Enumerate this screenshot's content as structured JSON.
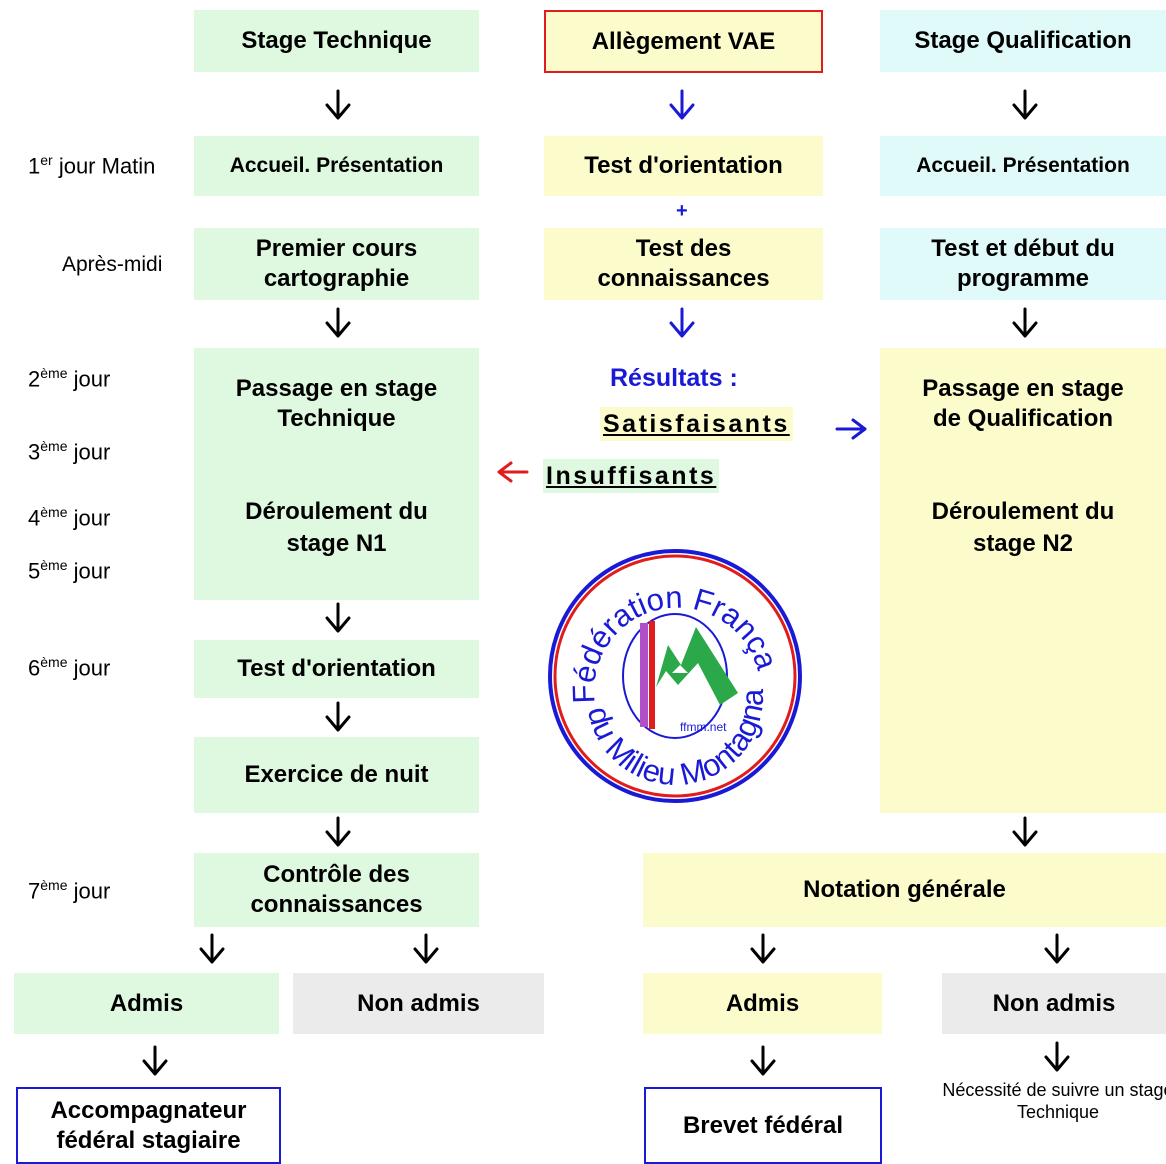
{
  "columns": {
    "technique": {
      "header": "Stage Technique",
      "accueil": "Accueil. Présentation",
      "premier_cours": "Premier cours cartographie",
      "passage": "Passage en stage Technique",
      "deroulement": "Déroulement du stage N1",
      "test_orientation": "Test d'orientation",
      "exercice": "Exercice de nuit",
      "controle": "Contrôle des connaissances",
      "admis": "Admis",
      "non_admis": "Non admis",
      "result": "Accompagnateur fédéral stagiaire"
    },
    "vae": {
      "header": "Allègement VAE",
      "test_orientation": "Test d'orientation",
      "plus": "+",
      "test_connaissances": "Test des connaissances",
      "resultats": "Résultats :",
      "satisfaisants": "Satisfaisants",
      "insuffisants": "Insuffisants"
    },
    "qualification": {
      "header": "Stage Qualification",
      "accueil": "Accueil. Présentation",
      "test_debut": "Test et début du programme",
      "passage": "Passage en stage de Qualification",
      "deroulement": "Déroulement du stage N2",
      "notation": "Notation générale",
      "admis": "Admis",
      "non_admis": "Non admis",
      "result": "Brevet fédéral",
      "note": "Nécessité de suivre un stage Technique"
    }
  },
  "days": {
    "d1_num": "1",
    "d1_sup": "er",
    "d1_text": "jour Matin",
    "apres_midi": "Après-midi",
    "d2_num": "2",
    "d2_sup": "ème",
    "d2_text": "jour",
    "d3_num": "3",
    "d3_sup": "ème",
    "d3_text": "jour",
    "d4_num": "4",
    "d4_sup": "ème",
    "d4_text": "jour",
    "d5_num": "5",
    "d5_sup": "ème",
    "d5_text": "jour",
    "d6_num": "6",
    "d6_sup": "ème",
    "d6_text": "jour",
    "d7_num": "7",
    "d7_sup": "ème",
    "d7_text": "jour"
  },
  "logo": {
    "ring_text": "Fédération Française du Milieu Montagnard",
    "url": "ffmm.net"
  },
  "colors": {
    "green_box": "#dff8e0",
    "yellow_box": "#fcfbcc",
    "cyan_box": "#e0fafa",
    "grey_box": "#ebebeb",
    "blue_accent": "#1a1ad6",
    "red_accent": "#e01c1c"
  }
}
